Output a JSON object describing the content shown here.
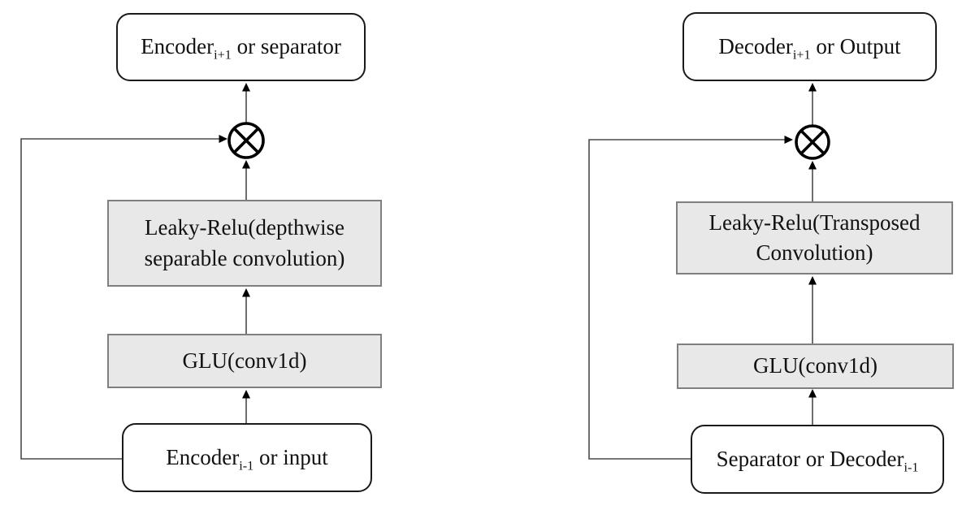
{
  "colors": {
    "background": "#ffffff",
    "node_fill": "#ffffff",
    "node_border": "#1a1a1a",
    "op_fill": "#e8e8e8",
    "op_border": "#7f7f7f",
    "wire": "#4a4a4a",
    "arrow": "#000000",
    "text": "#111111"
  },
  "left_diagram": {
    "top_box": {
      "pre": "Encoder",
      "sub": "i+1",
      "post": " or separator"
    },
    "multiply_icon": "circle-cross (elementwise multiply)",
    "leaky_box": {
      "text": "Leaky-Relu(depthwise separable convolution)"
    },
    "glu_box": {
      "text": "GLU(conv1d)"
    },
    "bottom_box": {
      "pre": "Encoder",
      "sub": "i-1",
      "post": " or input"
    }
  },
  "right_diagram": {
    "top_box": {
      "pre": "Decoder",
      "sub": "i+1",
      "post": " or Output"
    },
    "multiply_icon": "circle-cross (elementwise multiply)",
    "leaky_box": {
      "text": "Leaky-Relu(Transposed Convolution)"
    },
    "glu_box": {
      "text": "GLU(conv1d)"
    },
    "bottom_box": {
      "pre": "Separator or Decoder",
      "sub": "i-1",
      "post": ""
    }
  }
}
